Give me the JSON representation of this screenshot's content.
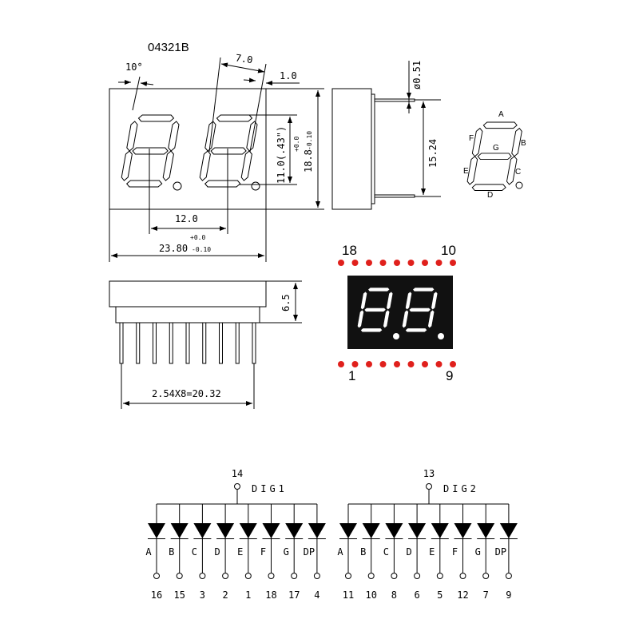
{
  "title": "04321B",
  "front_view": {
    "angle": "10°",
    "segment_width": "7.0",
    "segment_gap": "1.0",
    "digit_height": "11.0(.43\")",
    "height": "18.8",
    "height_tol_plus": "+0.0",
    "height_tol_minus": "-0.10",
    "digit_pitch": "12.0",
    "width": "23.80",
    "width_tol_plus": "+0.0",
    "width_tol_minus": "-0.10"
  },
  "side_view": {
    "pin_diameter": "ø0.51",
    "row_spacing": "15.24"
  },
  "bottom_view": {
    "body_height": "6.5",
    "pin_span": "2.54X8=20.32"
  },
  "segment_key": {
    "labels": [
      "A",
      "B",
      "C",
      "D",
      "E",
      "F",
      "G"
    ]
  },
  "pinout": {
    "top_left": "18",
    "top_right": "10",
    "bottom_left": "1",
    "bottom_right": "9",
    "dot_color": "#e0201c",
    "body_color": "#111111"
  },
  "schematic": {
    "digits": [
      {
        "name": "DIG1",
        "common_pin": "14",
        "segments": [
          "A",
          "B",
          "C",
          "D",
          "E",
          "F",
          "G",
          "DP"
        ],
        "pins": [
          "16",
          "15",
          "3",
          "2",
          "1",
          "18",
          "17",
          "4"
        ]
      },
      {
        "name": "DIG2",
        "common_pin": "13",
        "segments": [
          "A",
          "B",
          "C",
          "D",
          "E",
          "F",
          "G",
          "DP"
        ],
        "pins": [
          "11",
          "10",
          "8",
          "6",
          "5",
          "12",
          "7",
          "9"
        ]
      }
    ]
  }
}
